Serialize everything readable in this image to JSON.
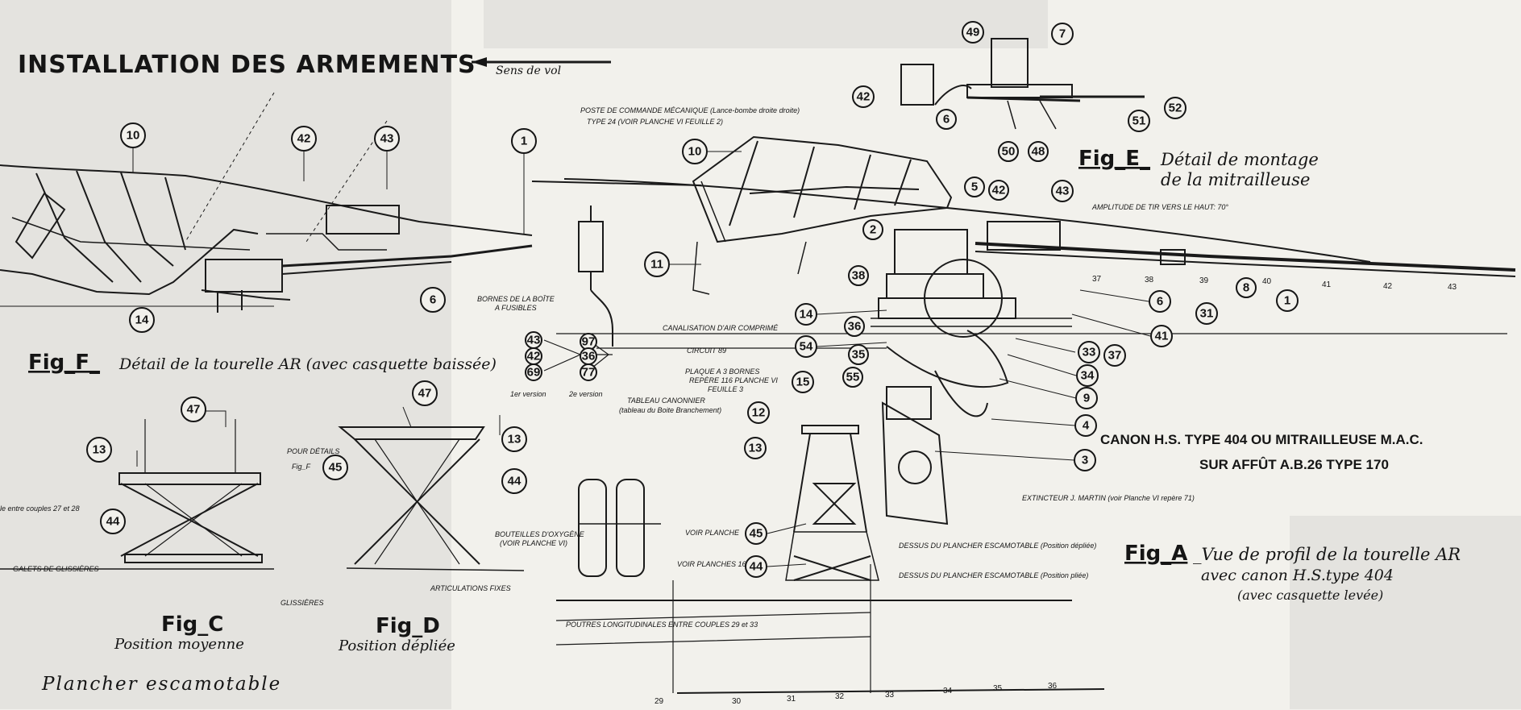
{
  "title": "INSTALLATION DES ARMEMENTS",
  "sens_de_vol": "Sens de vol",
  "fig_f": {
    "label": "Fig_F_",
    "caption": "Détail de la tourelle AR (avec casquette baissée)"
  },
  "fig_e": {
    "label": "Fig_E_",
    "caption1": "Détail de montage",
    "caption2": "de la mitrailleuse"
  },
  "fig_a": {
    "label": "Fig_A",
    "caption1": "_Vue de profil de la tourelle AR",
    "caption2": "avec canon H.S.type 404",
    "caption3": "(avec casquette levée)"
  },
  "fig_c": {
    "label": "Fig_C",
    "caption": "Position moyenne"
  },
  "fig_d": {
    "label": "Fig_D",
    "caption": "Position dépliée"
  },
  "plancher": "Plancher escamotable",
  "canon_line1": "CANON H.S. TYPE 404 OU MITRAILLEUSE M.A.C.",
  "canon_line2": "SUR AFFÛT A.B.26 TYPE 170",
  "notes": {
    "poste": "POSTE DE COMMANDE MÉCANIQUE (Lance-bombe droite droite)",
    "poste2": "TYPE 24 (VOIR PLANCHE VI FEUILLE 2)",
    "amplitude": "AMPLITUDE DE TIR VERS LE HAUT: 70°",
    "bornes": "BORNES DE LA BOÎTE",
    "bornes2": "A FUSIBLES",
    "canalisation": "CANALISATION D'AIR COMPRIMÉ",
    "circuit": "CIRCUIT 89",
    "plaque": "PLAQUE A 3 BORNES",
    "plaque2": "REPÈRE 116 PLANCHE VI",
    "plaque3": "FEUILLE 3",
    "tableau": "TABLEAU CANONNIER",
    "tableau2": "(tableau du Boite Branchement)",
    "version1": "1er version",
    "version2": "2e version",
    "extincteur": "EXTINCTEUR J. MARTIN (voir Planche VI repère 71)",
    "bouteilles": "BOUTEILLES D'OXYGÈNE",
    "bouteilles2": "(VOIR PLANCHE VI)",
    "voir_planche": "VOIR PLANCHE",
    "voir_planche2": "VOIR PLANCHES 16.0",
    "dessus1": "DESSUS DU PLANCHER ESCAMOTABLE (Position dépliée)",
    "dessus2": "DESSUS DU PLANCHER ESCAMOTABLE (Position pliée)",
    "poutres": "POUTRES LONGITUDINALES ENTRE COUPLES 29 et 33",
    "galets": "GALETS DE GLISSIÈRES",
    "glissieres": "GLISSIÈRES",
    "articulations": "ARTICULATIONS FIXES",
    "pour_details": "POUR DÉTAILS",
    "pour_details2": "Fig_F",
    "entre_couples": "le entre couples 27 et 28"
  },
  "frame_numbers": [
    "29",
    "30",
    "31",
    "32",
    "33",
    "34",
    "35",
    "36",
    "37",
    "38",
    "39",
    "40",
    "41",
    "42",
    "43"
  ],
  "colors": {
    "paper": "#f2f1ec",
    "ink": "#151515",
    "ghost": "#9a9a9a"
  }
}
